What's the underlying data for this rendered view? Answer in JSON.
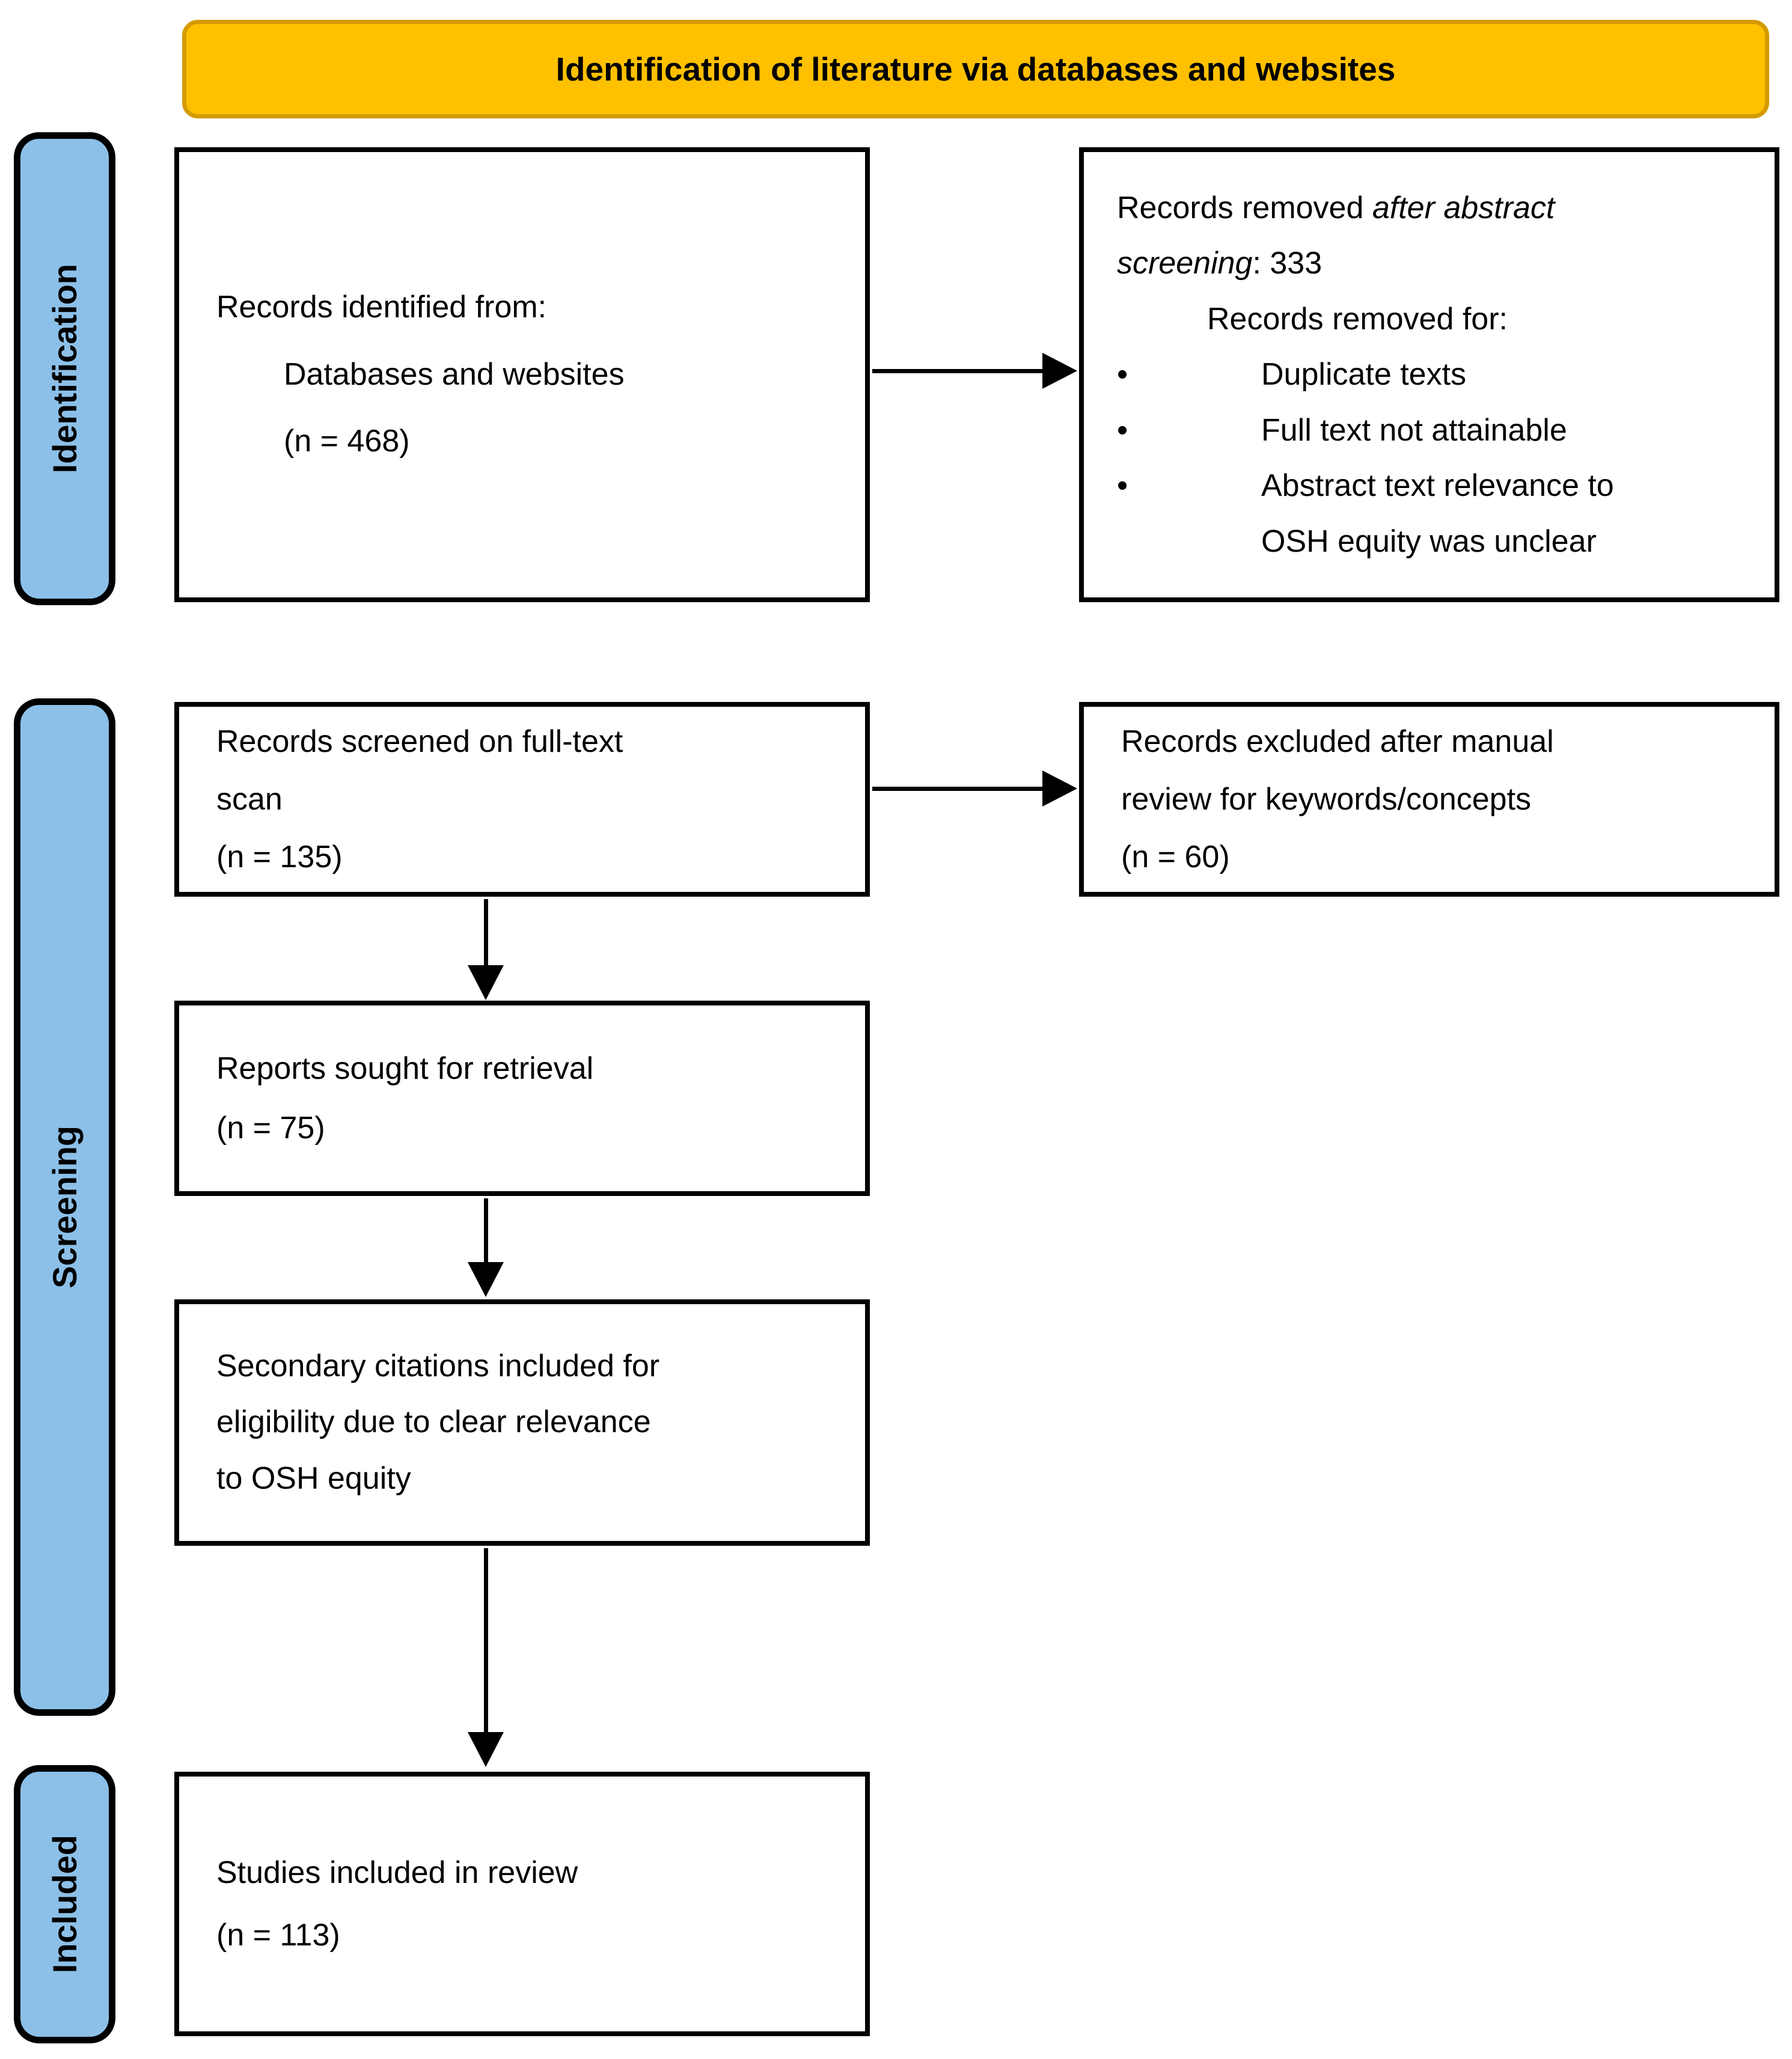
{
  "banner": {
    "title": "Identification of literature via databases and websites",
    "fill": "#FFC000",
    "border": "#D49B00"
  },
  "stages": {
    "identification": "Identification",
    "screening": "Screening",
    "included": "Included",
    "fill": "#8CC0E8"
  },
  "boxes": {
    "identified": {
      "lines": [
        "Records identified from:",
        "Databases and websites",
        "(n = 468)"
      ]
    },
    "removed": {
      "line1_normal": "Records removed ",
      "line1_italic": "after abstract",
      "line2_italic": "screening",
      "line2_suffix": ": 333",
      "subheading": "Records removed for:",
      "bullet_char": "•",
      "bullets": [
        "Duplicate texts",
        "Full text not attainable",
        "Abstract text relevance to OSH equity was unclear"
      ]
    },
    "screened": {
      "lines": [
        "Records screened on full-text",
        "scan",
        "(n = 135)"
      ]
    },
    "excluded": {
      "lines": [
        "Records excluded after manual",
        "review for keywords/concepts",
        "(n = 60)"
      ]
    },
    "sought": {
      "lines": [
        "Reports sought for retrieval",
        "(n = 75)"
      ]
    },
    "secondary": {
      "lines": [
        "Secondary citations included for",
        "eligibility due to clear relevance",
        "to OSH equity"
      ]
    },
    "studies": {
      "lines": [
        "Studies included in review",
        "(n = 113)"
      ]
    }
  },
  "edges": [
    {
      "from": "records-identified",
      "to": "records-removed"
    },
    {
      "from": "records-screened",
      "to": "records-excluded"
    },
    {
      "from": "records-screened",
      "to": "reports-sought"
    },
    {
      "from": "reports-sought",
      "to": "secondary-citations"
    },
    {
      "from": "secondary-citations",
      "to": "studies-included"
    }
  ]
}
